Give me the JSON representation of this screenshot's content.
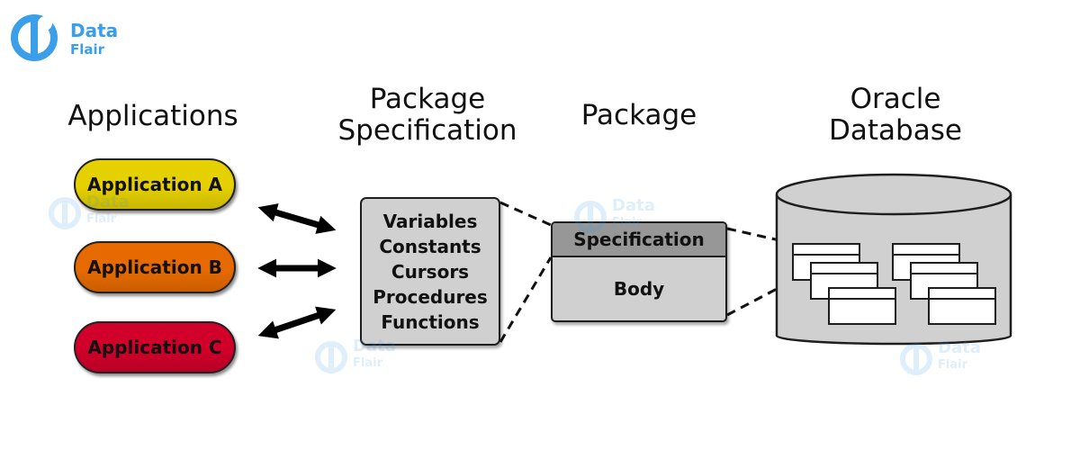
{
  "logo": {
    "line1": "Data",
    "line2": "Flair"
  },
  "headings": {
    "applications": "Applications",
    "package_specification": [
      "Package",
      "Specification"
    ],
    "package": "Package",
    "oracle_database": [
      "Oracle",
      "Database"
    ]
  },
  "applications": [
    {
      "label": "Application A",
      "color": "#e5d000"
    },
    {
      "label": "Application B",
      "color": "#e66a00"
    },
    {
      "label": "Application C",
      "color": "#d0002a"
    }
  ],
  "spec_items": [
    "Variables",
    "Constants",
    "Cursors",
    "Procedures",
    "Functions"
  ],
  "package": {
    "specification": "Specification",
    "body": "Body"
  },
  "colors": {
    "box_fill": "#d0d0d0",
    "header_fill": "#979797",
    "logo_blue": "#3a9ee8",
    "outline": "#1e1e1e"
  },
  "watermark": {
    "line1": "Data",
    "line2": "Flair"
  }
}
